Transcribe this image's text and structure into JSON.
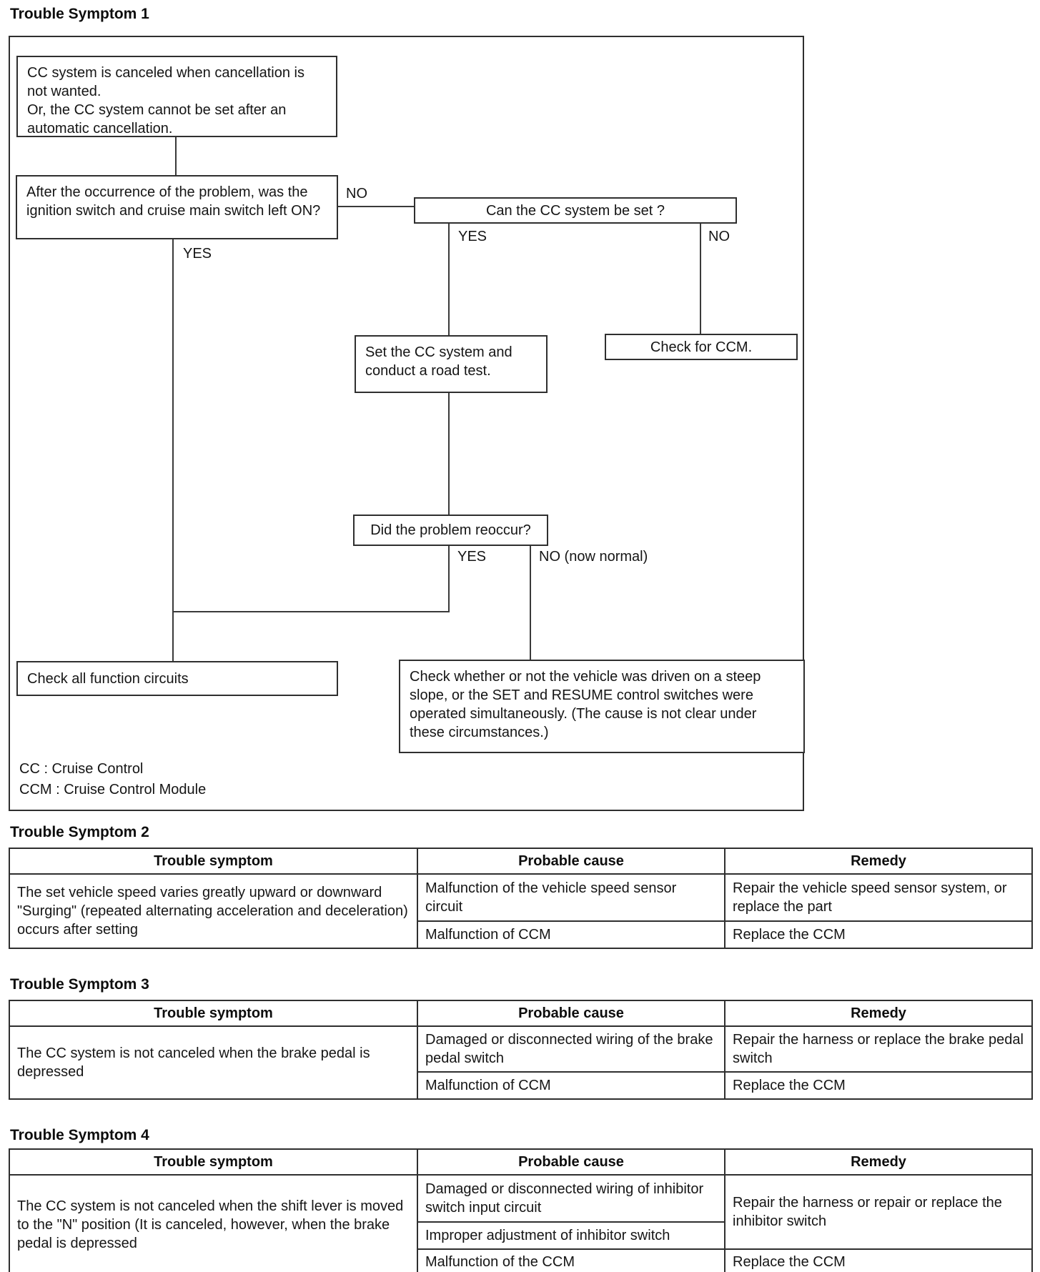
{
  "sections": {
    "title1": "Trouble Symptom 1",
    "title2": "Trouble Symptom 2",
    "title3": "Trouble Symptom 3",
    "title4": "Trouble Symptom 4"
  },
  "flowchart": {
    "box_start": "CC system is canceled when cancellation is not wanted.\nOr, the CC system cannot be set after an automatic cancellation.",
    "box_ignition_question": "After the occurrence of the problem, was the ignition switch and cruise main switch left ON?",
    "box_can_set_question": "Can the CC system be set ?",
    "box_road_test": "Set the CC system and conduct a road test.",
    "box_check_ccm": "Check for CCM.",
    "box_reoccur_question": "Did the problem reoccur?",
    "box_check_circuits": "Check all function circuits",
    "box_check_conditions": "Check whether or not the vehicle was driven on a steep slope, or the SET and RESUME control switches were operated simultaneously. (The cause is not clear under these circumstances.)",
    "labels": {
      "ignition_no": "NO",
      "ignition_yes": "YES",
      "canset_yes": "YES",
      "canset_no": "NO",
      "reoccur_yes": "YES",
      "reoccur_no": "NO (now normal)"
    },
    "legend": "CC : Cruise Control\nCCM : Cruise Control Module"
  },
  "tables": {
    "headers": [
      "Trouble symptom",
      "Probable cause",
      "Remedy"
    ],
    "symptom2": {
      "symptom": "The set vehicle speed varies greatly upward or downward \"Surging\" (repeated alternating acceleration and deceleration) occurs after setting",
      "rows": [
        {
          "cause": "Malfunction of the vehicle speed sensor circuit",
          "remedy": "Repair the vehicle speed sensor system, or replace the part"
        },
        {
          "cause": "Malfunction of CCM",
          "remedy": "Replace the CCM"
        }
      ]
    },
    "symptom3": {
      "symptom": "The CC system is not canceled when the brake pedal is depressed",
      "rows": [
        {
          "cause": "Damaged or disconnected wiring of the brake pedal switch",
          "remedy": "Repair the harness or replace the brake pedal switch"
        },
        {
          "cause": "Malfunction of CCM",
          "remedy": "Replace the CCM"
        }
      ]
    },
    "symptom4": {
      "symptom": "The CC system is not canceled when the shift lever is moved to the \"N\" position (It is canceled, however, when the brake pedal is depressed",
      "rows": [
        {
          "cause": "Damaged or disconnected wiring of inhibitor switch input circuit",
          "remedy": "Repair the harness or repair or replace the inhibitor switch"
        },
        {
          "cause": "Improper adjustment of inhibitor switch",
          "remedy": ""
        },
        {
          "cause": "Malfunction of the CCM",
          "remedy": "Replace the CCM"
        }
      ]
    }
  }
}
